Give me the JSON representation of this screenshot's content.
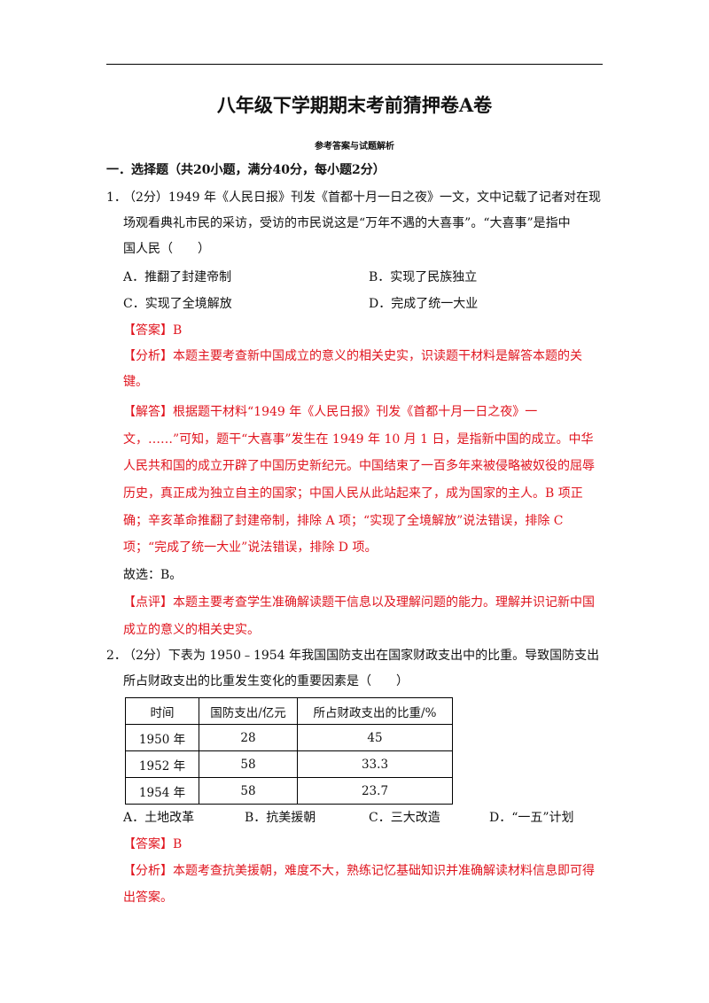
{
  "header": {
    "title": "八年级下学期期末考前猜押卷A卷",
    "subtitle": "参考答案与试题解析"
  },
  "section": {
    "heading": "一．选择题（共20小题，满分40分，每小题2分）"
  },
  "q1": {
    "number": "1．",
    "stem_lines": [
      "（2分）1949 年《人民日报》刊发《首都十月一日之夜》一文，文中记载了记者对在现",
      "场观看典礼市民的采访，受访的市民说这是“万年不遇的大喜事”。“大喜事”是指中",
      "国人民（　　）"
    ],
    "options": {
      "a": "A．推翻了封建帝制",
      "b": "B．实现了民族独立",
      "c": "C．实现了全境解放",
      "d": "D．完成了统一大业"
    },
    "answer": "【答案】B",
    "analysis_lines": [
      "【分析】本题主要考查新中国成立的意义的相关史实，识读题干材料是解答本题的关",
      "键。"
    ],
    "solution_lines": [
      "【解答】根据题干材料“1949 年《人民日报》刊发《首都十月一日之夜》一",
      "文，……”可知，题干“大喜事”发生在 1949 年 10 月 1 日，是指新中国的成立。中华",
      "人民共和国的成立开辟了中国历史新纪元。中国结束了一百多年来被侵略被奴役的屈辱",
      "历史，真正成为独立自主的国家；中国人民从此站起来了，成为国家的主人。B 项正",
      "确；辛亥革命推翻了封建帝制，排除 A 项；“实现了全境解放”说法错误，排除 C",
      "项；“完成了统一大业”说法错误，排除 D 项。"
    ],
    "choice": "故选：B。",
    "comment_lines": [
      "【点评】本题主要考查学生准确解读题干信息以及理解问题的能力。理解并识记新中国",
      "成立的意义的相关史实。"
    ]
  },
  "q2": {
    "number": "2．",
    "stem_lines": [
      "（2分）下表为 1950﹣1954 年我国国防支出在国家财政支出中的比重。导致国防支出",
      "所占财政支出的比重发生变化的重要因素是（　　）"
    ],
    "table": {
      "headers": [
        "时间",
        "国防支出/亿元",
        "所占财政支出的比重/%"
      ],
      "rows": [
        [
          "1950 年",
          "28",
          "45"
        ],
        [
          "1952 年",
          "58",
          "33.3"
        ],
        [
          "1954 年",
          "58",
          "23.7"
        ]
      ]
    },
    "options": {
      "a": "A．土地改革",
      "b": "B．抗美援朝",
      "c": "C．三大改造",
      "d": "D．“一五”计划"
    },
    "answer": "【答案】B",
    "analysis_lines": [
      "【分析】本题考查抗美援朝，难度不大，熟练记忆基础知识并准确解读材料信息即可得",
      "出答案。"
    ]
  }
}
